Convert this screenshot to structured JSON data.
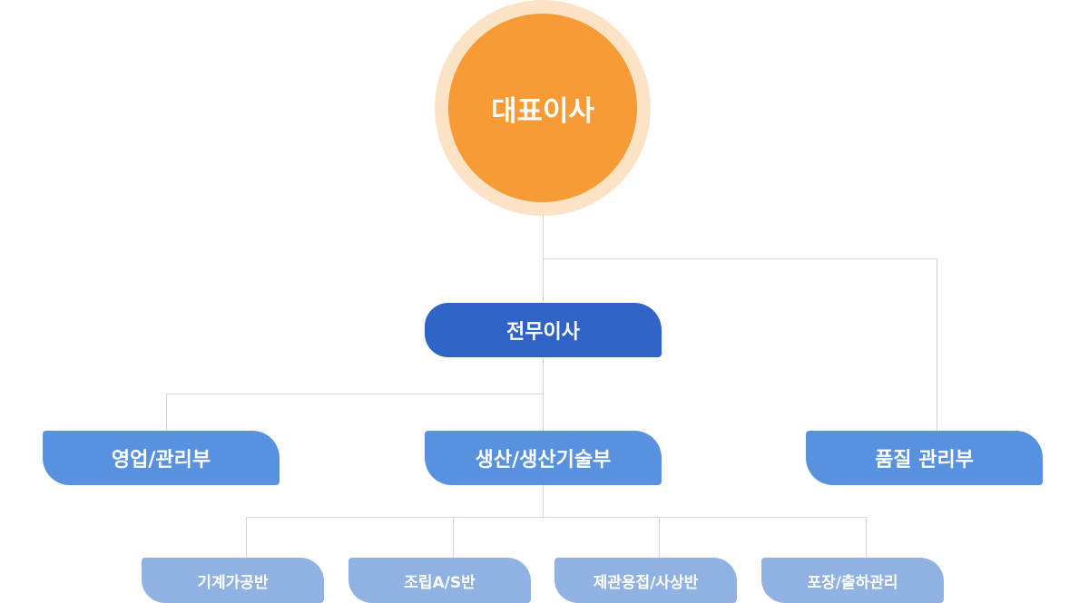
{
  "org": {
    "ceo": "대표이사",
    "executive": "전무이사",
    "departments": [
      "영업/관리부",
      "생산/생산기술부",
      "품질 관리부"
    ],
    "teams": [
      "기계가공반",
      "조립A/S반",
      "제관용접/사상반",
      "포장/출하관리"
    ]
  },
  "colors": {
    "ceo": "#f79b36",
    "ceo_ring": "#fde3c6",
    "executive": "#2f63c6",
    "department": "#5791df",
    "team": "#8fb2e3",
    "connector": "#d4d4d4"
  }
}
